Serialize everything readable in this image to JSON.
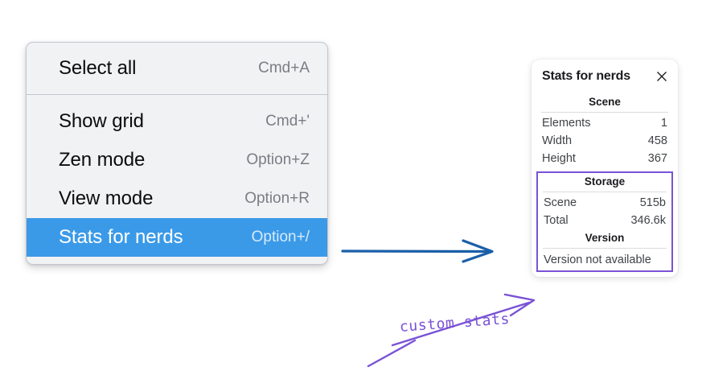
{
  "menu": {
    "sections": [
      {
        "items": [
          {
            "label": "Select all",
            "shortcut": "Cmd+A",
            "selected": false
          }
        ]
      },
      {
        "items": [
          {
            "label": "Show grid",
            "shortcut": "Cmd+'",
            "selected": false
          },
          {
            "label": "Zen mode",
            "shortcut": "Option+Z",
            "selected": false
          },
          {
            "label": "View mode",
            "shortcut": "Option+R",
            "selected": false
          },
          {
            "label": "Stats for nerds",
            "shortcut": "Option+/",
            "selected": true
          }
        ]
      }
    ],
    "highlight_color": "#3b9ae8",
    "background_color": "#f1f2f4"
  },
  "stats_panel": {
    "title": "Stats for nerds",
    "close_icon": "close-icon",
    "sections": [
      {
        "heading": "Scene",
        "rows": [
          {
            "label": "Elements",
            "value": "1"
          },
          {
            "label": "Width",
            "value": "458"
          },
          {
            "label": "Height",
            "value": "367"
          }
        ]
      },
      {
        "heading": "Storage",
        "rows": [
          {
            "label": "Scene",
            "value": "515b"
          },
          {
            "label": "Total",
            "value": "346.6k"
          }
        ]
      },
      {
        "heading": "Version",
        "single_value": "Version not available"
      }
    ],
    "custom_region_color": "#7a52d6"
  },
  "annotations": {
    "flow_arrow_color": "#1a5fa8",
    "callout_text": "custom stats",
    "callout_color": "#7a52d6"
  }
}
